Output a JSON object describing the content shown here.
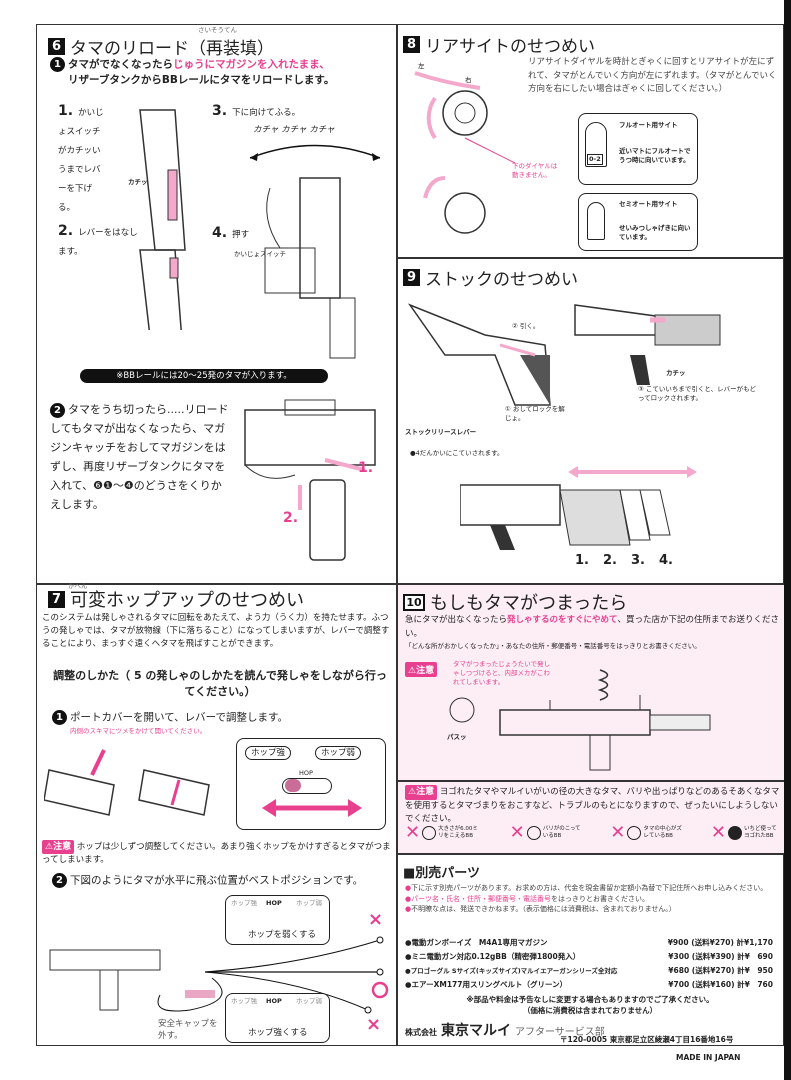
{
  "s6": {
    "num": "6",
    "title": "タマのリロード（再装填）",
    "ruby": "さいそうてん",
    "step1_a": "タマがでなくなったら",
    "step1_pink": "じゅうにマガジンを入れたまま、",
    "step1_b": "リザーブタンクからBBレールにタマをリロードします。",
    "sub1_n": "1.",
    "sub1": "かいじょスイッチがカチッいうまでレバーを下げる。",
    "kachi": "カチッ",
    "sub2_n": "2.",
    "sub2": "レバーをはなします。",
    "sub3_n": "3.",
    "sub3": "下に向けてふる。",
    "kachaya": "カチャ カチャ カチャ",
    "sub4_n": "4.",
    "sub4": "押す",
    "sub4_small": "かいじょスイッチ",
    "note": "※BBレールには20〜25発のタマが入ります。",
    "step2": "タマをうち切ったら.....リロードしてもタマが出なくなったら、マガジンキャッチをおしてマガジンをはずし、再度リザーブタンクにタマを入れて、❻❶〜❹のどうさをくりかえします。",
    "arrow1": "1.",
    "arrow2": "2."
  },
  "s7": {
    "num": "7",
    "title": "可変ホップアップのせつめい",
    "ruby": "かへん",
    "intro": "このシステムは発しゃされるタマに回転をあたえて、よう力（うく力）を持たせます。ふつうの発しゃでは、タマが放物線（下に落ちること）になってしまいますが、レバーで調整することにより、まっすぐ遠くへタマを飛ばすことができます。",
    "how": "調整のしかた（ 5 の発しゃのしかたを読んで発しゃをしながら行ってください。）",
    "step1": "ポートカバーを開いて、レバーで調整します。",
    "step1_note": "内側のスキマにツメをかけて開いてください。",
    "hop_strong": "ホップ強",
    "hop_weak": "ホップ弱",
    "hop": "HOP",
    "caution": "⚠注意",
    "caution_text": "ホップは少しずつ調整してください。あまり強くホップをかけすぎるとタマがつまってしまいます。",
    "step2": "下図のようにタマが水平に飛ぶ位置がベストポジションです。",
    "weaken": "ホップを弱くする",
    "strengthen": "ホップ強くする",
    "cap": "安全キャップを外す。"
  },
  "s8": {
    "num": "8",
    "title": "リアサイトのせつめい",
    "desc": "リアサイトダイヤルを時計とぎゃくに回すとリアサイトが左にずれて、タマがとんでいく方向が左にずれます。（タマがとんでいく方向を右にしたい場合はぎゃくに回してください。）",
    "left": "左",
    "right": "右",
    "lower_dial": "下のダイヤルは動きません。",
    "full_title": "フルオート用サイト",
    "full_desc": "近いマトにフルオートでうつ時に向いています。",
    "full_mark": "0-2",
    "semi_title": "セミオート用サイト",
    "semi_desc": "せいみつしゃげきに向いています。"
  },
  "s9": {
    "num": "9",
    "title": "ストックのせつめい",
    "pull": "② 引く。",
    "press": "① おしてロックを解じょ。",
    "lever": "ストックリリースレバー",
    "lock": "③ こていいちまで引くと、レバーがもどってロックされます。",
    "kachi": "カチッ",
    "stages": "●4だんかいにこていされます。",
    "positions": [
      "1.",
      "2.",
      "3.",
      "4."
    ]
  },
  "s10": {
    "num": "10",
    "title": "もしもタマがつまったら",
    "desc_a": "急にタマが出なくなったら",
    "desc_pink": "発しゃするのをすぐにやめて",
    "desc_b": "、買った店か下記の住所までお送りください。",
    "small": "「どんな所がおかしくなったか」・あなたの住所・郵便番号・電話番号をはっきりとお書きください。",
    "caution": "⚠注意",
    "caution1": "タマがつまったじょうたいで発しゃしつづけると、内部メカがこわれてしまいます。",
    "pasu": "パスッ",
    "caution2": "ヨゴれたタマやマルイいがいの径の大きなタマ、バリや出っぱりなどのあるそあくなタマを使用するとタマづまりをおこすなど、トラブルのもとになりますので、ぜったいにしようしないでください。",
    "bad_bbs": [
      "大きさが6.00ミリをこえるBB",
      "バリがのこっているBB",
      "タマの中心がズレているBB",
      "いちど使ってヨゴれたBB"
    ]
  },
  "parts": {
    "title": "■別売パーツ",
    "notes": [
      {
        "text": "下に示す別売パーツがあります。お求めの方は、代金を現金書留か定額小為替で下記住所へお申し込みください。",
        "pink": false
      },
      {
        "text": "パーツ名・氏名・住所・郵便番号・電話番号",
        "after": "をはっきりとお書きください。",
        "pink": true
      },
      {
        "text": "不明瞭な点は、発送できかねます。（表示価格には消費税は、含まれておりません。）",
        "pink": false
      }
    ],
    "items": [
      {
        "name": "●電動ガンボーイズ　M4A1専用マガジン",
        "price": "¥900 (送料¥270) 計¥1,170"
      },
      {
        "name": "●ミニ電動ガン対応0.12gBB（精密弾1800発入）",
        "price": "¥300 (送料¥390) 計¥　690"
      },
      {
        "name": "●プロゴーグル Sサイズ(キッズサイズ)マルイエアーガンシリーズ全対応",
        "price": "¥680 (送料¥270) 計¥　950"
      },
      {
        "name": "●エアーXM177用スリングベルト（グリーン）",
        "price": "¥700 (送料¥160) 計¥　760"
      }
    ],
    "footnote1": "※部品や料金は予告なしに変更する場合もありますのでご了承ください。",
    "footnote2": "（価格に消費税は含まれておりません）",
    "company_prefix": "株式会社",
    "company": "東京マルイ",
    "dept": "アフターサービス部",
    "address": "〒120-0005 東京都足立区綾瀬4丁目16番地16号"
  },
  "made_in": "MADE IN JAPAN",
  "colors": {
    "accent": "#e8408f",
    "pink_bg": "#fdeef6",
    "ink": "#222222"
  }
}
